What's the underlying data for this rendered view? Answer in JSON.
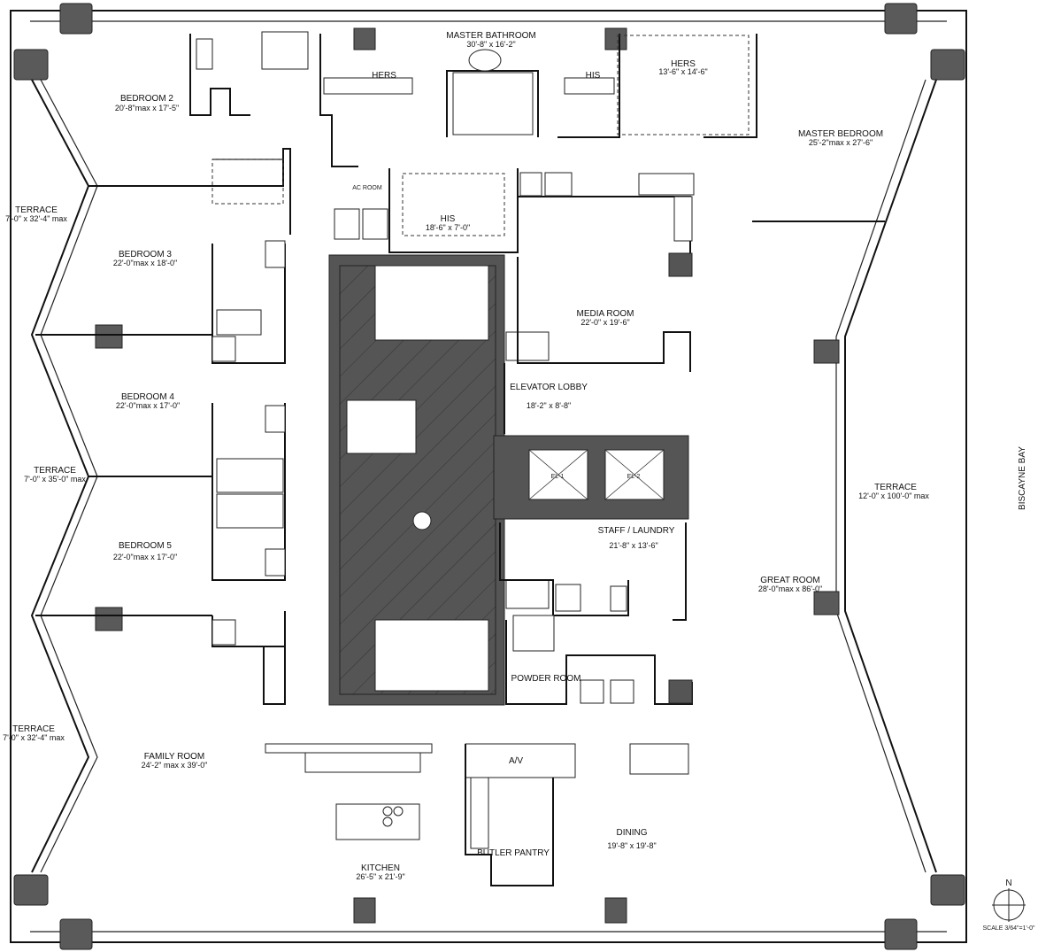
{
  "rooms": {
    "master_bathroom": {
      "name": "MASTER BATHROOM",
      "dim": "30'-8\" x 16'-2\""
    },
    "hers_bath": {
      "name": "HERS"
    },
    "his_bath": {
      "name": "HIS"
    },
    "hers_closet": {
      "name": "HERS",
      "dim": "13'-6\" x 14'-6\""
    },
    "master_bedroom": {
      "name": "MASTER BEDROOM",
      "dim": "25'-2\"max x 27'-6\""
    },
    "bedroom2": {
      "name": "BEDROOM 2",
      "dim": "20'-8\"max x 17'-5\""
    },
    "bedroom3": {
      "name": "BEDROOM 3",
      "dim": "22'-0\"max x 18'-0\""
    },
    "bedroom4": {
      "name": "BEDROOM 4",
      "dim": "22'-0\"max x 17'-0\""
    },
    "bedroom5": {
      "name": "BEDROOM 5",
      "dim": "22'-0\"max x 17'-0\""
    },
    "ac_room": {
      "name": "AC ROOM"
    },
    "his_closet": {
      "name": "HIS",
      "dim": "18'-6\" x 7'-0\""
    },
    "media_room": {
      "name": "MEDIA ROOM",
      "dim": "22'-0\" x 19'-6\""
    },
    "elevator_lobby": {
      "name": "ELEVATOR LOBBY",
      "dim": "18'-2\" x 8'-8\""
    },
    "staff_laundry": {
      "name": "STAFF / LAUNDRY",
      "dim": "21'-8\" x 13'-6\""
    },
    "powder_room": {
      "name": "POWDER ROOM"
    },
    "great_room": {
      "name": "GREAT ROOM",
      "dim": "28'-0\"max x 86'-0\""
    },
    "family_room": {
      "name": "FAMILY ROOM",
      "dim": "24'-2\" max x 39'-0\""
    },
    "kitchen": {
      "name": "KITCHEN",
      "dim": "26'-5\" x 21'-9\""
    },
    "dining": {
      "name": "DINING",
      "dim": "19'-8\" x 19'-8\""
    },
    "butler_pantry": {
      "name": "BUTLER PANTRY"
    },
    "av": {
      "name": "A/V"
    }
  },
  "terraces": {
    "t1": {
      "name": "TERRACE",
      "dim": "7'-0\" x 32'-4\" max"
    },
    "t2": {
      "name": "TERRACE",
      "dim": "7'-0\" x 35'-0\" max"
    },
    "t3": {
      "name": "TERRACE",
      "dim": "7'-0\" x 32'-4\" max"
    },
    "east": {
      "name": "TERRACE",
      "dim": "12'-0\" x 100'-0\" max"
    }
  },
  "elevators": {
    "e1": "EL-1",
    "e2": "EL-2"
  },
  "biscayne_bay": "BISCAYNE BAY",
  "north": "N",
  "scale": "SCALE 3/64\"=1'-0\""
}
